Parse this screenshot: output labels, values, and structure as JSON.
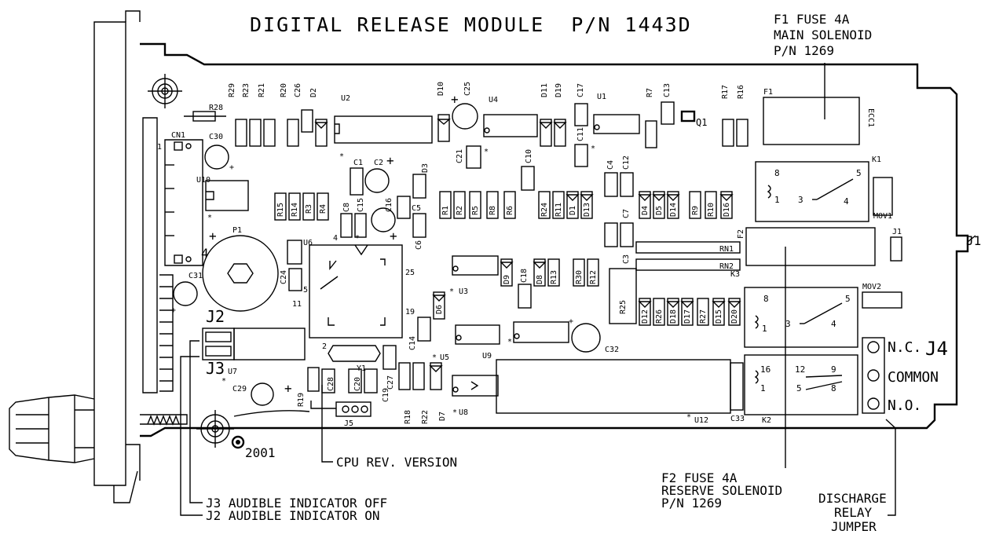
{
  "title": "DIGITAL RELEASE MODULE  P/N 1443D",
  "callouts": {
    "f1": [
      "F1 FUSE 4A",
      "MAIN SOLENOID",
      "P/N 1269"
    ],
    "f2": [
      "F2 FUSE 4A",
      "RESERVE SOLENOID",
      "P/N 1269"
    ],
    "discharge": [
      "DISCHARGE",
      "RELAY",
      "JUMPER"
    ],
    "cpu": "CPU REV. VERSION",
    "j3": "J3 AUDIBLE INDICATOR OFF",
    "j2": "J2 AUDIBLE INDICATOR ON",
    "j1": "J1",
    "year": "2001"
  },
  "j4": {
    "label": "J4",
    "terminals": [
      "N.C.",
      "COMMON",
      "N.O."
    ]
  },
  "headers": {
    "j2": "J2",
    "j3": "J3",
    "j5": "J5"
  },
  "components": {
    "R28": "R28",
    "CN1": "CN1",
    "C30": "C30",
    "U10": "U10",
    "P1": "P1",
    "U6": "U6",
    "C24": "C24",
    "C31": "C31",
    "U7": "U7",
    "C29": "C29",
    "R19": "R19",
    "C28": "C28",
    "C20": "C20",
    "C19": "C19",
    "C27": "C27",
    "Y1": "Y1",
    "R18": "R18",
    "R22": "R22",
    "D7": "D7",
    "U8": "U8",
    "U5": "U5",
    "U3": "U3",
    "D6": "D6",
    "C14": "C14",
    "R29": "R29",
    "R23": "R23",
    "R21": "R21",
    "R20": "R20",
    "C26": "C26",
    "D2": "D2",
    "U2": "U2",
    "C1": "C1",
    "C2": "C2",
    "D3": "D3",
    "C5": "C5",
    "C6": "C6",
    "C16": "C16",
    "C8": "C8",
    "C15": "C15",
    "R15": "R15",
    "R14": "R14",
    "R3": "R3",
    "R4": "R4",
    "D10": "D10",
    "C25": "C25",
    "U4": "U4",
    "C21": "C21",
    "D11": "D11",
    "D19": "D19",
    "C17": "C17",
    "U1": "U1",
    "C11": "C11",
    "R7": "R7",
    "C13": "C13",
    "Q1": "Q1",
    "R17": "R17",
    "R16": "R16",
    "F1": "F1",
    "ECC1": "ECC1",
    "C10": "C10",
    "R1": "R1",
    "R2": "R2",
    "R5": "R5",
    "R8": "R8",
    "R6": "R6",
    "R24": "R24",
    "R11": "R11",
    "D1": "D1",
    "D13": "D13",
    "C4": "C4",
    "C12": "C12",
    "C7": "C7",
    "C3": "C3",
    "D4": "D4",
    "D5": "D5",
    "D14": "D14",
    "R9": "R9",
    "R10": "R10",
    "D16": "D16",
    "K1": "K1",
    "MOV1": "MOV1",
    "F2": "F2",
    "RN1": "RN1",
    "RN2": "RN2",
    "K3": "K3",
    "MOV2": "MOV2",
    "D9": "D9",
    "D8": "D8",
    "R13": "R13",
    "R30": "R30",
    "R12": "R12",
    "C18": "C18",
    "R25": "R25",
    "D12": "D12",
    "R26": "R26",
    "D18": "D18",
    "D17": "D17",
    "R27": "R27",
    "D15": "D15",
    "D20": "D20",
    "U9": "U9",
    "C32": "C32",
    "U12": "U12",
    "C33": "C33",
    "K2": "K2"
  },
  "pins": {
    "cpu": [
      "4",
      "25",
      "11",
      "19",
      "2"
    ],
    "k1": [
      "8",
      "5",
      "1",
      "3",
      "4"
    ],
    "k3": [
      "8",
      "5",
      "1",
      "3",
      "4"
    ],
    "k2": [
      "16",
      "12",
      "9",
      "1",
      "5",
      "8"
    ],
    "cn1": "1",
    "p1": "4",
    "c24": "5"
  }
}
